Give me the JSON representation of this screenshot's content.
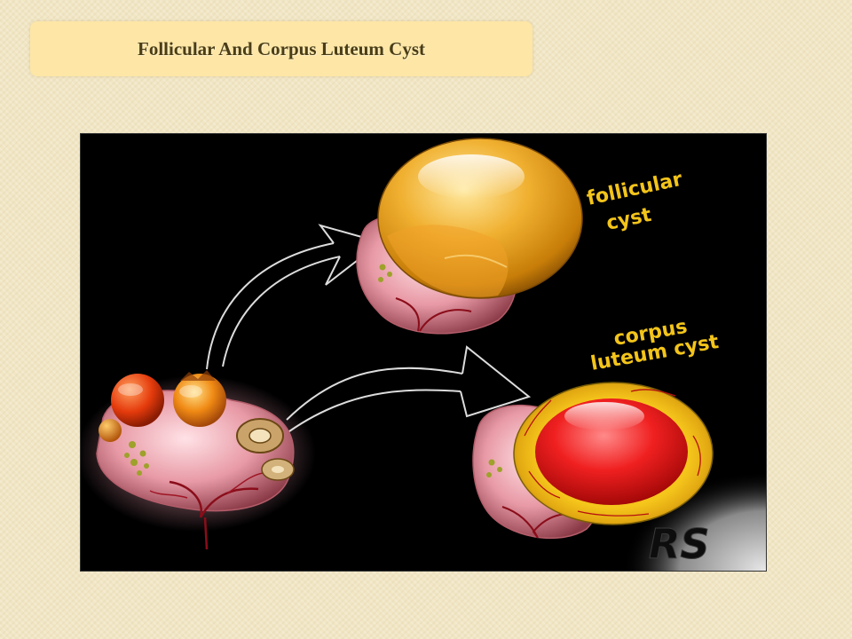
{
  "slide": {
    "title": "Follicular And Corpus Luteum Cyst"
  },
  "diagram": {
    "labels": {
      "follicular_line1": "follicular",
      "follicular_line2": "cyst",
      "corpus_line1": "corpus",
      "corpus_line2": "luteum cyst"
    },
    "signature": "RS"
  }
}
